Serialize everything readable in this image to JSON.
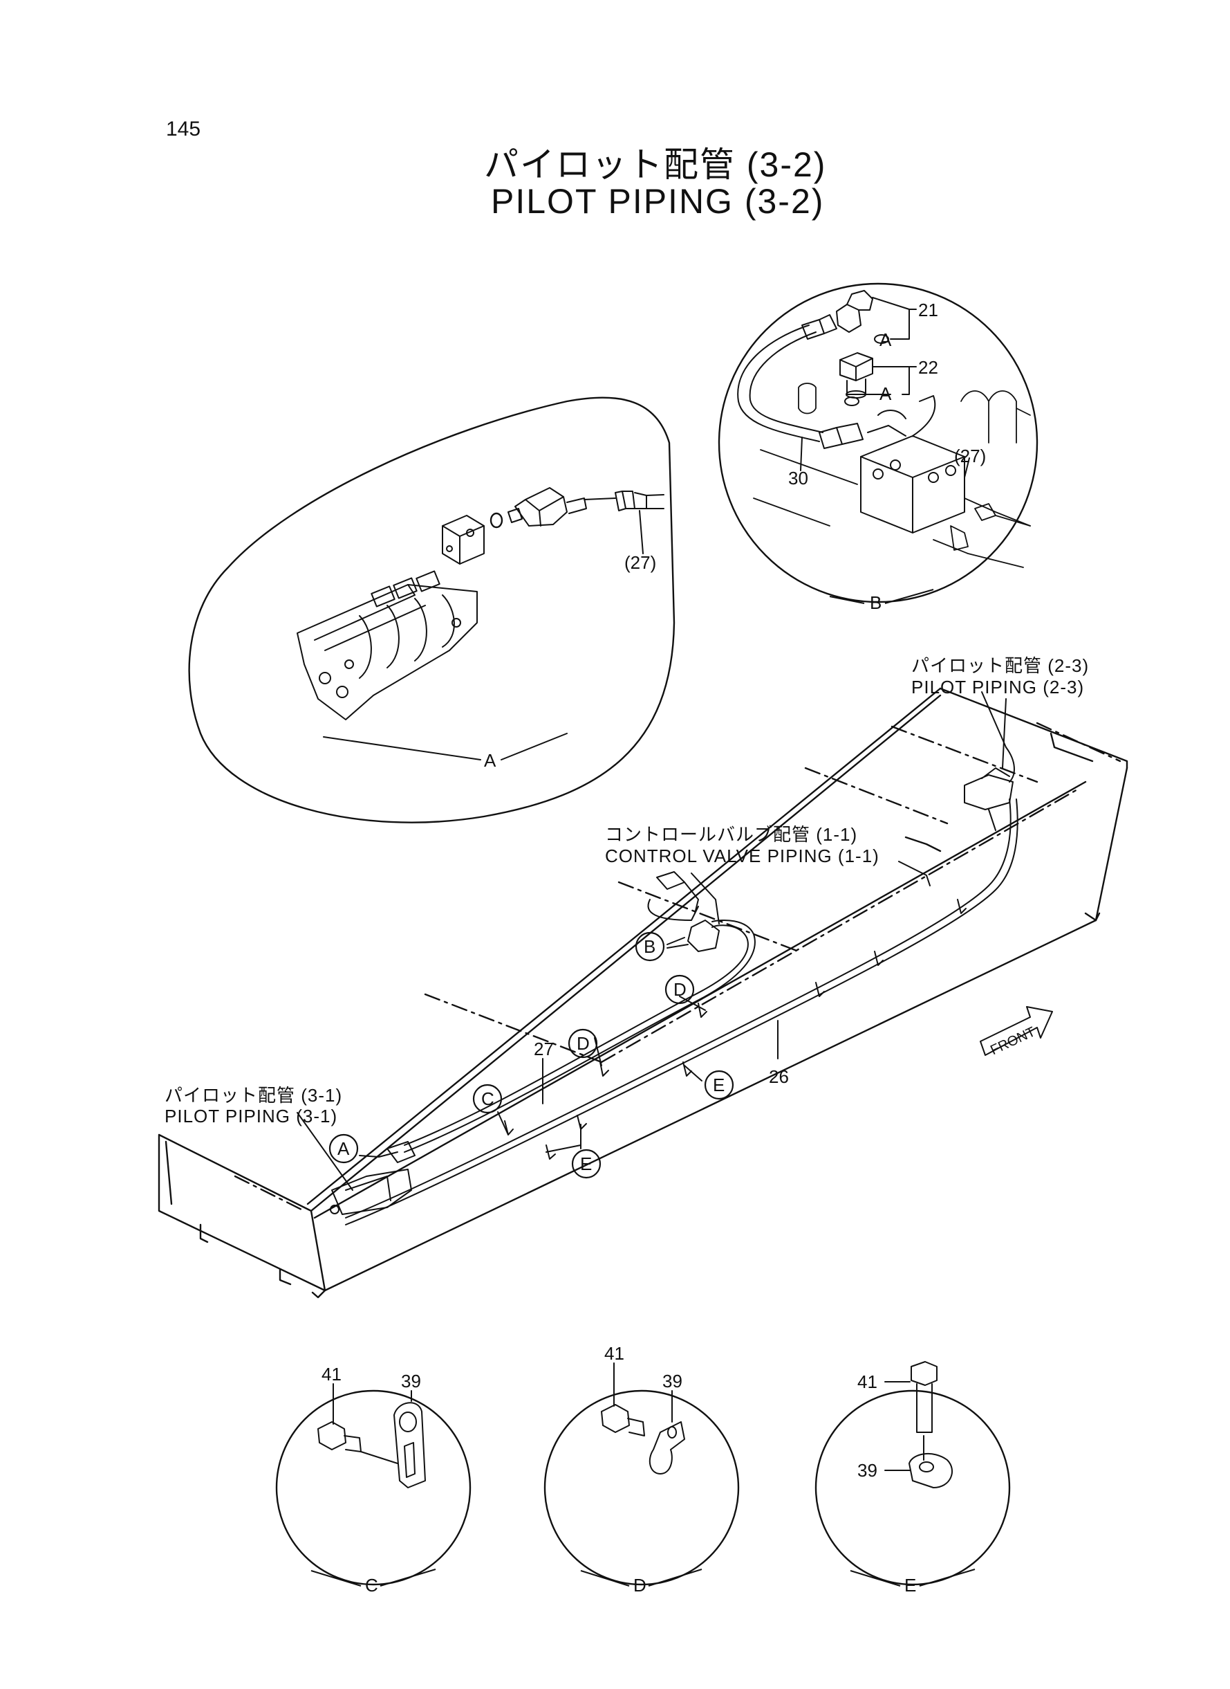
{
  "page_number": "145",
  "title": {
    "jp": "パイロット配管 (3-2)",
    "en": "PILOT PIPING (3-2)"
  },
  "refs": {
    "pilot_2_3_jp": "パイロット配管 (2-3)",
    "pilot_2_3_en": "PILOT PIPING (2-3)",
    "control_valve_jp": "コントロールバルブ配管 (1-1)",
    "control_valve_en": "CONTROL VALVE PIPING (1-1)",
    "pilot_3_1_jp": "パイロット配管 (3-1)",
    "pilot_3_1_en": "PILOT PIPING (3-1)"
  },
  "front_label": "FRONT",
  "details": {
    "A": {
      "letter": "A",
      "ref": "(27)"
    },
    "B": {
      "letter": "B",
      "parts": [
        "21",
        "22",
        "30",
        "(27)"
      ],
      "sub": "A"
    },
    "C": {
      "letter": "C",
      "parts": [
        "41",
        "39"
      ]
    },
    "D": {
      "letter": "D",
      "parts": [
        "41",
        "39"
      ]
    },
    "E": {
      "letter": "E",
      "parts": [
        "41",
        "39"
      ]
    }
  },
  "main_callouts": {
    "p27": "27",
    "p26": "26",
    "A": "A",
    "B": "B",
    "C": "C",
    "D1": "D",
    "D2": "D",
    "E1": "E",
    "E2": "E"
  }
}
